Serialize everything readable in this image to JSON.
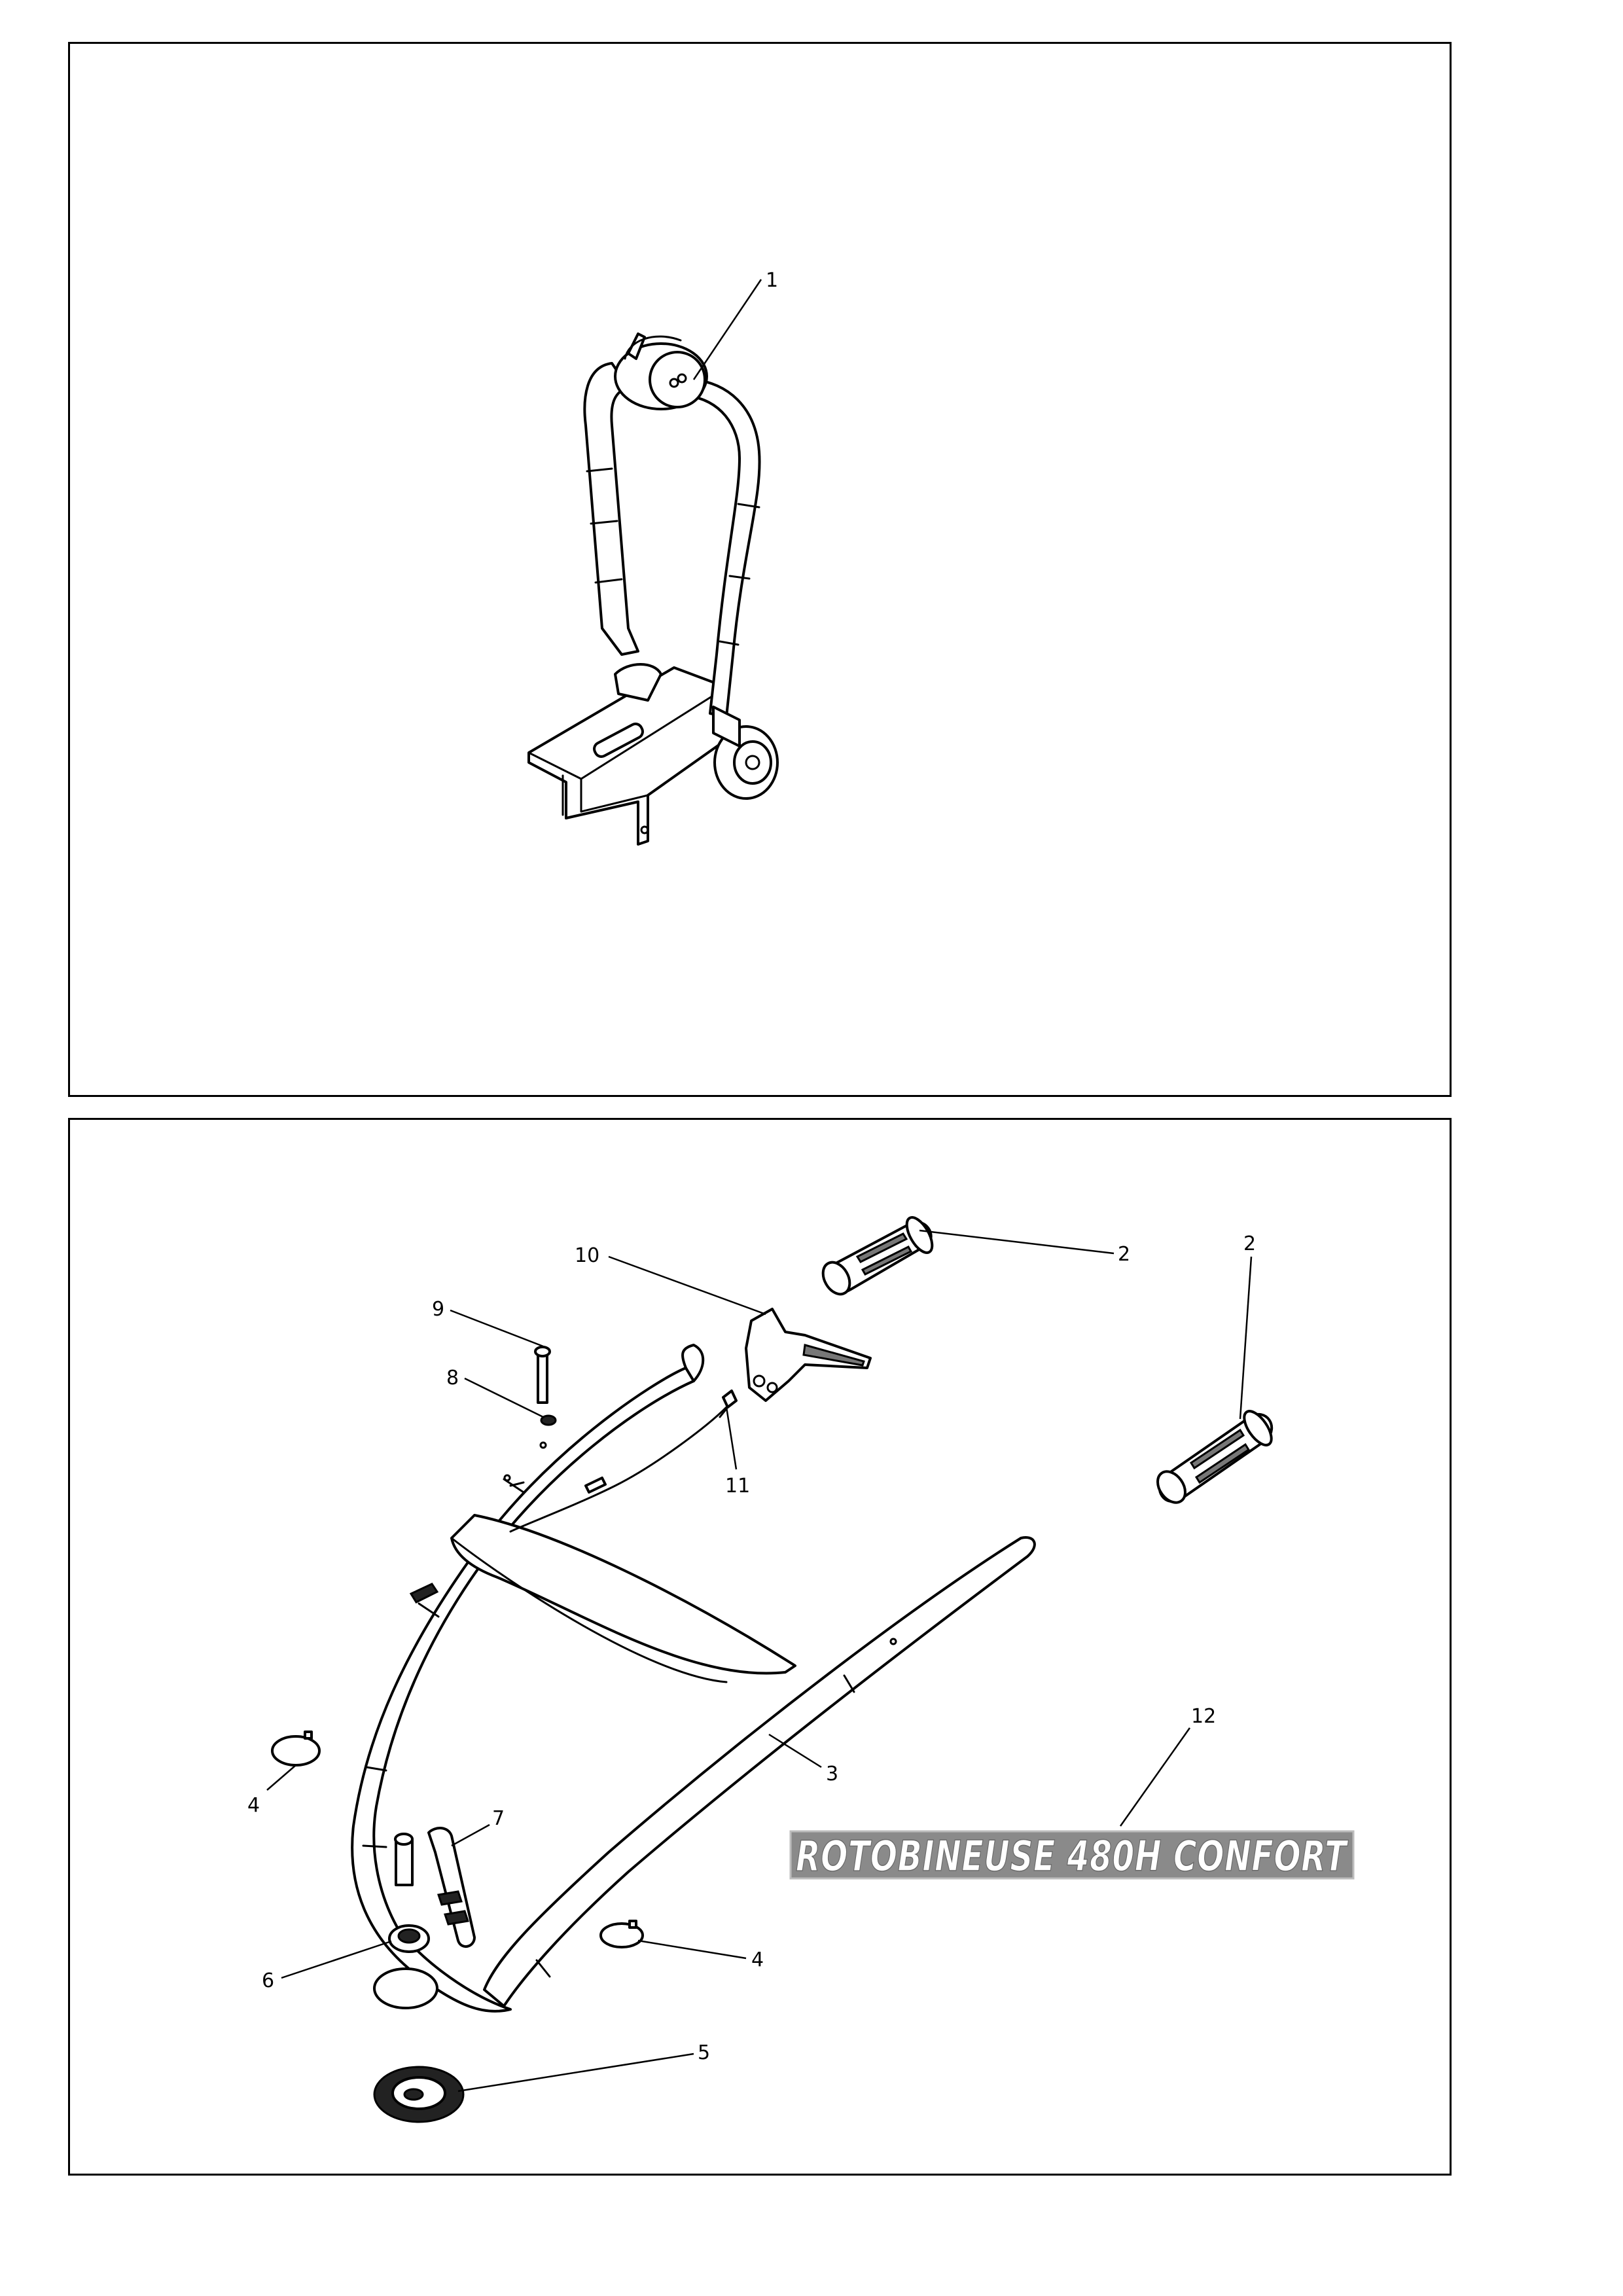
{
  "panels": {
    "top": {
      "callouts": [
        {
          "number": "1"
        }
      ]
    },
    "bottom": {
      "callouts": [
        {
          "number": "2"
        },
        {
          "number": "2"
        },
        {
          "number": "3"
        },
        {
          "number": "4"
        },
        {
          "number": "4"
        },
        {
          "number": "5"
        },
        {
          "number": "6"
        },
        {
          "number": "7"
        },
        {
          "number": "8"
        },
        {
          "number": "9"
        },
        {
          "number": "10"
        },
        {
          "number": "11"
        },
        {
          "number": "12"
        }
      ],
      "decal_text": "ROTOBINEUSE 480H CONFORT"
    }
  },
  "colors": {
    "line": "#000000",
    "background": "#ffffff",
    "decal_fill": "#8a8a8a"
  }
}
